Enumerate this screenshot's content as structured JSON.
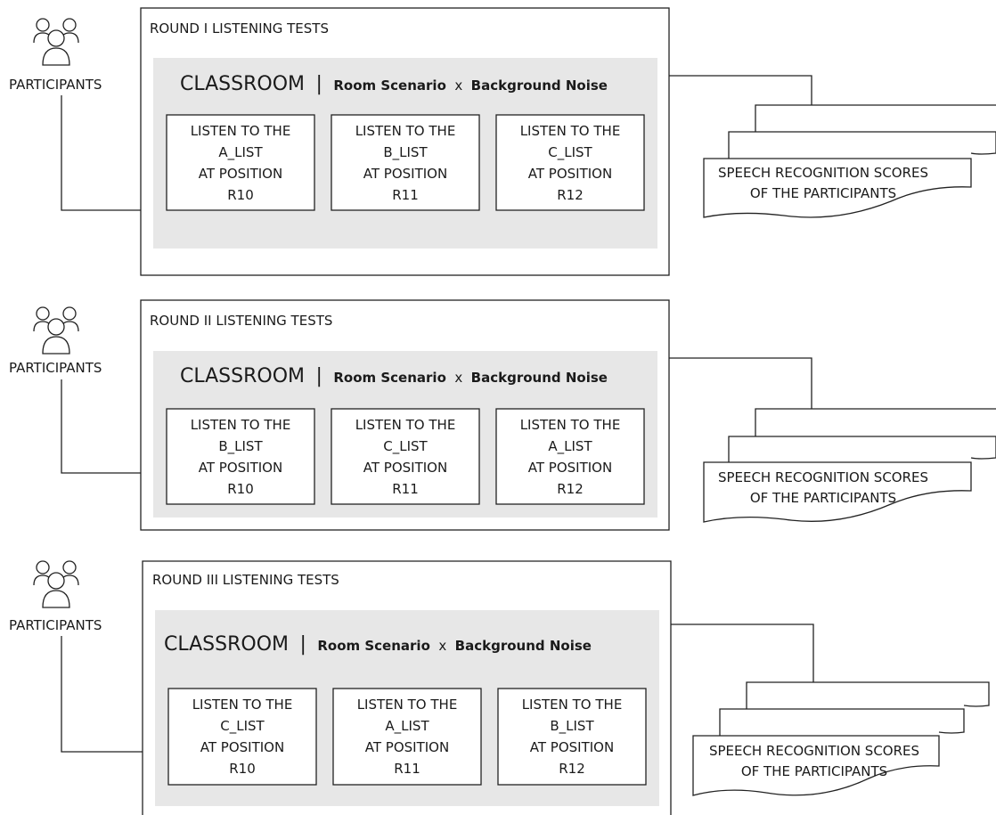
{
  "colors": {
    "panel_fill": "#e7e7e7",
    "stroke": "#222222",
    "background": "#ffffff"
  },
  "rounds": [
    {
      "participants_label": "PARTICIPANTS",
      "title": "ROUND I LISTENING TESTS",
      "classroom": "CLASSROOM",
      "separator": "|",
      "scenario": "Room Scenario",
      "times": "x",
      "noise": "Background Noise",
      "tasks": [
        {
          "line1": "LISTEN TO THE",
          "line2": "A_LIST",
          "line3": "AT POSITION",
          "line4": "R10"
        },
        {
          "line1": "LISTEN TO THE",
          "line2": "B_LIST",
          "line3": "AT POSITION",
          "line4": "R11"
        },
        {
          "line1": "LISTEN TO THE",
          "line2": "C_LIST",
          "line3": "AT POSITION",
          "line4": "R12"
        }
      ],
      "scores": {
        "line1": "SPEECH RECOGNITION SCORES",
        "line2": "OF THE PARTICIPANTS"
      }
    },
    {
      "participants_label": "PARTICIPANTS",
      "title": "ROUND II LISTENING TESTS",
      "classroom": "CLASSROOM",
      "separator": "|",
      "scenario": "Room Scenario",
      "times": "x",
      "noise": "Background Noise",
      "tasks": [
        {
          "line1": "LISTEN TO THE",
          "line2": "B_LIST",
          "line3": "AT POSITION",
          "line4": "R10"
        },
        {
          "line1": "LISTEN TO THE",
          "line2": "C_LIST",
          "line3": "AT POSITION",
          "line4": "R11"
        },
        {
          "line1": "LISTEN TO THE",
          "line2": "A_LIST",
          "line3": "AT POSITION",
          "line4": "R12"
        }
      ],
      "scores": {
        "line1": "SPEECH RECOGNITION SCORES",
        "line2": "OF THE PARTICIPANTS"
      }
    },
    {
      "participants_label": "PARTICIPANTS",
      "title": "ROUND III LISTENING TESTS",
      "classroom": "CLASSROOM",
      "separator": "|",
      "scenario": "Room Scenario",
      "times": "x",
      "noise": "Background Noise",
      "tasks": [
        {
          "line1": "LISTEN TO THE",
          "line2": "C_LIST",
          "line3": "AT POSITION",
          "line4": "R10"
        },
        {
          "line1": "LISTEN TO THE",
          "line2": "A_LIST",
          "line3": "AT POSITION",
          "line4": "R11"
        },
        {
          "line1": "LISTEN TO THE",
          "line2": "B_LIST",
          "line3": "AT POSITION",
          "line4": "R12"
        }
      ],
      "scores": {
        "line1": "SPEECH RECOGNITION SCORES",
        "line2": "OF THE PARTICIPANTS"
      }
    }
  ]
}
